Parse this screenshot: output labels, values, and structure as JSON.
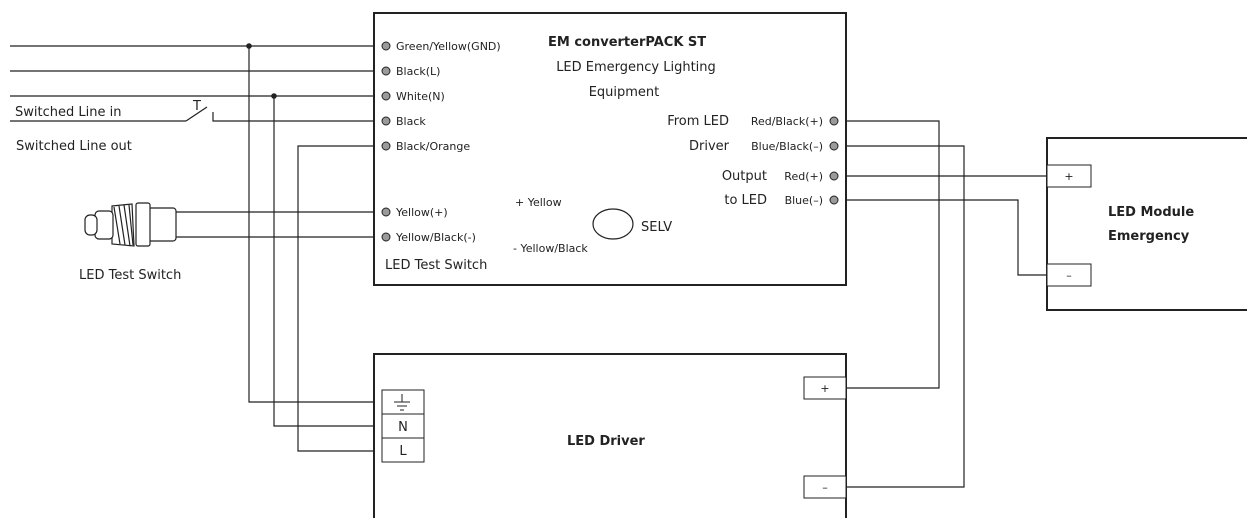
{
  "colors": {
    "line": "#222222",
    "terminal_fill": "#9a9a9a",
    "background": "#ffffff"
  },
  "converter": {
    "title": "EM converterPACK ST",
    "subtitle_line1": "LED Emergency Lighting",
    "subtitle_line2": "Equipment",
    "inputs": [
      "Green/Yellow(GND)",
      "Black(L)",
      "White(N)",
      "Black",
      "Black/Orange"
    ],
    "test_inputs": [
      "Yellow(+)",
      "Yellow/Black(-)"
    ],
    "test_switch_label": "LED Test Switch",
    "from_led_line1": "From LED",
    "from_led_line2": "Driver",
    "from_outputs": [
      "Red/Black(+)",
      "Blue/Black(–)"
    ],
    "output_line1": "Output",
    "output_line2": "to LED",
    "to_outputs": [
      "Red(+)",
      "Blue(–)"
    ],
    "selv_plus": "+ Yellow",
    "selv_minus": "- Yellow/Black",
    "selv_label": "SELV"
  },
  "mains": {
    "switched_in": "Switched Line in",
    "switched_out": "Switched Line out",
    "switch_symbol": "T"
  },
  "test_switch": {
    "label": "LED Test Switch",
    "icon": "push-button-switch-icon"
  },
  "driver": {
    "title": "LED Driver",
    "ground_icon": "ground-icon",
    "terminals": [
      "N",
      "L"
    ],
    "plus": "+",
    "minus": "–"
  },
  "module": {
    "title_line1": "LED Module",
    "title_line2": "Emergency",
    "plus": "+",
    "minus": "–"
  }
}
